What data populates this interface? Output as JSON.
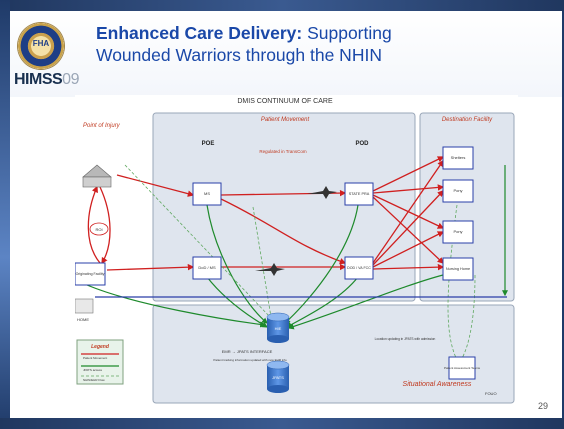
{
  "title": {
    "bold": "Enhanced Care Delivery:",
    "line1_rest": "Supporting",
    "line2": "Wounded Warriors through the NHIN"
  },
  "logo": {
    "seal_text": "FHA",
    "himss_main": "HIMSS",
    "himss_year": "09"
  },
  "slide_number": "29",
  "diagram": {
    "heading": "DMIS CONTINUUM OF CARE",
    "sections": {
      "point_of_injury": "Point of Injury",
      "patient_movement": "Patient Movement",
      "destination": "Destination Facility",
      "situational": "Situational Awareness"
    },
    "poe": "POE",
    "pod": "POD",
    "regulated": "Regulated in TransCom",
    "nodes": {
      "mtf_poe": "MS",
      "dod_poe": "DoD / MS",
      "state_pod": "STATE PRA",
      "dod_pod": "DOD / VA FCC",
      "originating": "Originating Facility",
      "roi": "ROI",
      "dest1": "Shelters",
      "dest2": "Pony",
      "dest3": "Pony",
      "dest4": "Nursing Home",
      "db1": "HIE",
      "db2": "JPATS",
      "patient_assessment": "Patient Assessment Teams"
    },
    "labels": {
      "home": "HOME",
      "emr": "EMR  → JPATS INTERFACE",
      "patient_info": "Patient tracking information updated with new EHR info",
      "location": "Location updating in JPATS with admission",
      "jpats": "JPATS",
      "fouo": "FOUO"
    },
    "legend": {
      "title": "Legend",
      "item1": "Patient Movement",
      "item2": "JPATS access",
      "item3": "NHIN/EHR Flow"
    }
  }
}
